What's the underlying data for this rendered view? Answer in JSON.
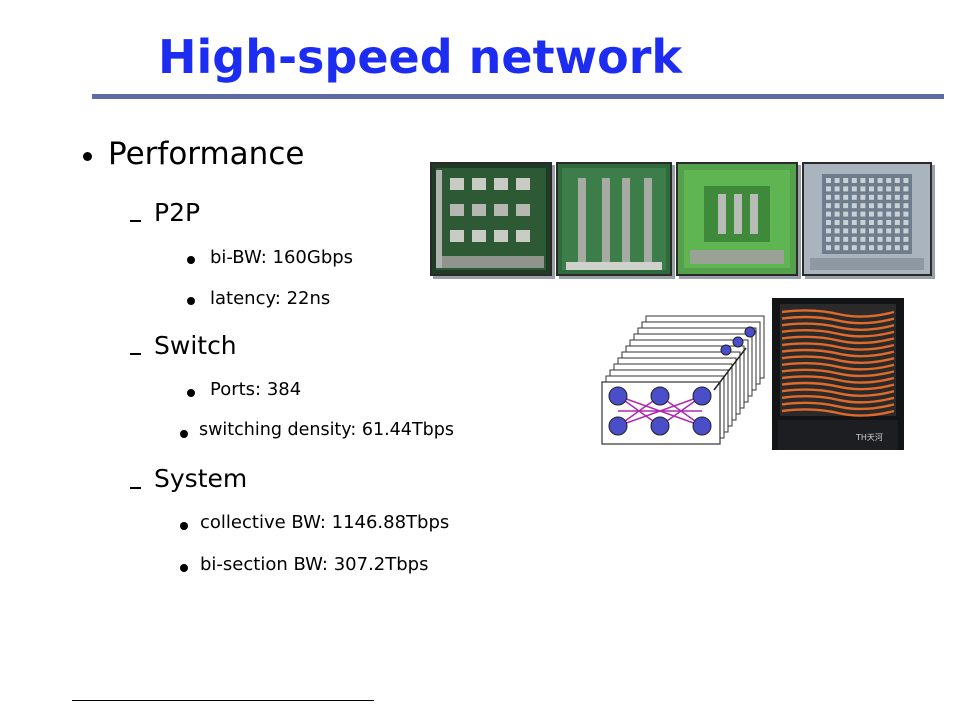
{
  "slide": {
    "title": "High-speed network",
    "level1": "Performance",
    "sections": [
      {
        "heading": "P2P",
        "items": [
          "bi-BW: 160Gbps",
          "latency: 22ns"
        ]
      },
      {
        "heading": "Switch",
        "items": [
          "Ports: 384",
          "switching density:  61.44Tbps"
        ]
      },
      {
        "heading": "System",
        "items": [
          "collective BW: 1146.88Tbps",
          "bi-section BW: 307.2Tbps"
        ]
      }
    ],
    "rack_label": "TH天河"
  },
  "colors": {
    "title": "#1c2cf0",
    "rule": "#5d6aa8",
    "node": "#4a4ec8",
    "cable": "#e06a2a"
  }
}
